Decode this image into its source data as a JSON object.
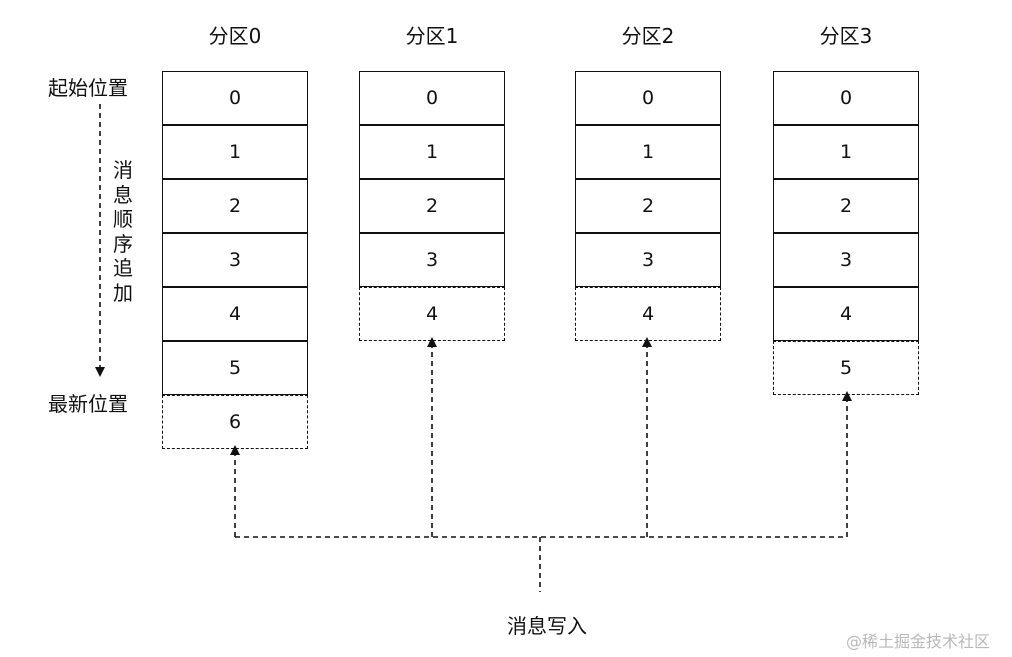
{
  "partitions": [
    {
      "title": "分区0",
      "committed": [
        "0",
        "1",
        "2",
        "3",
        "4",
        "5"
      ],
      "pending": "6"
    },
    {
      "title": "分区1",
      "committed": [
        "0",
        "1",
        "2",
        "3"
      ],
      "pending": "4"
    },
    {
      "title": "分区2",
      "committed": [
        "0",
        "1",
        "2",
        "3"
      ],
      "pending": "4"
    },
    {
      "title": "分区3",
      "committed": [
        "0",
        "1",
        "2",
        "3",
        "4"
      ],
      "pending": "5"
    }
  ],
  "labels": {
    "start_position": "起始位置",
    "latest_position": "最新位置",
    "order_append": "消息顺序追加",
    "message_write": "消息写入"
  },
  "watermark": "@稀土掘金技术社区"
}
